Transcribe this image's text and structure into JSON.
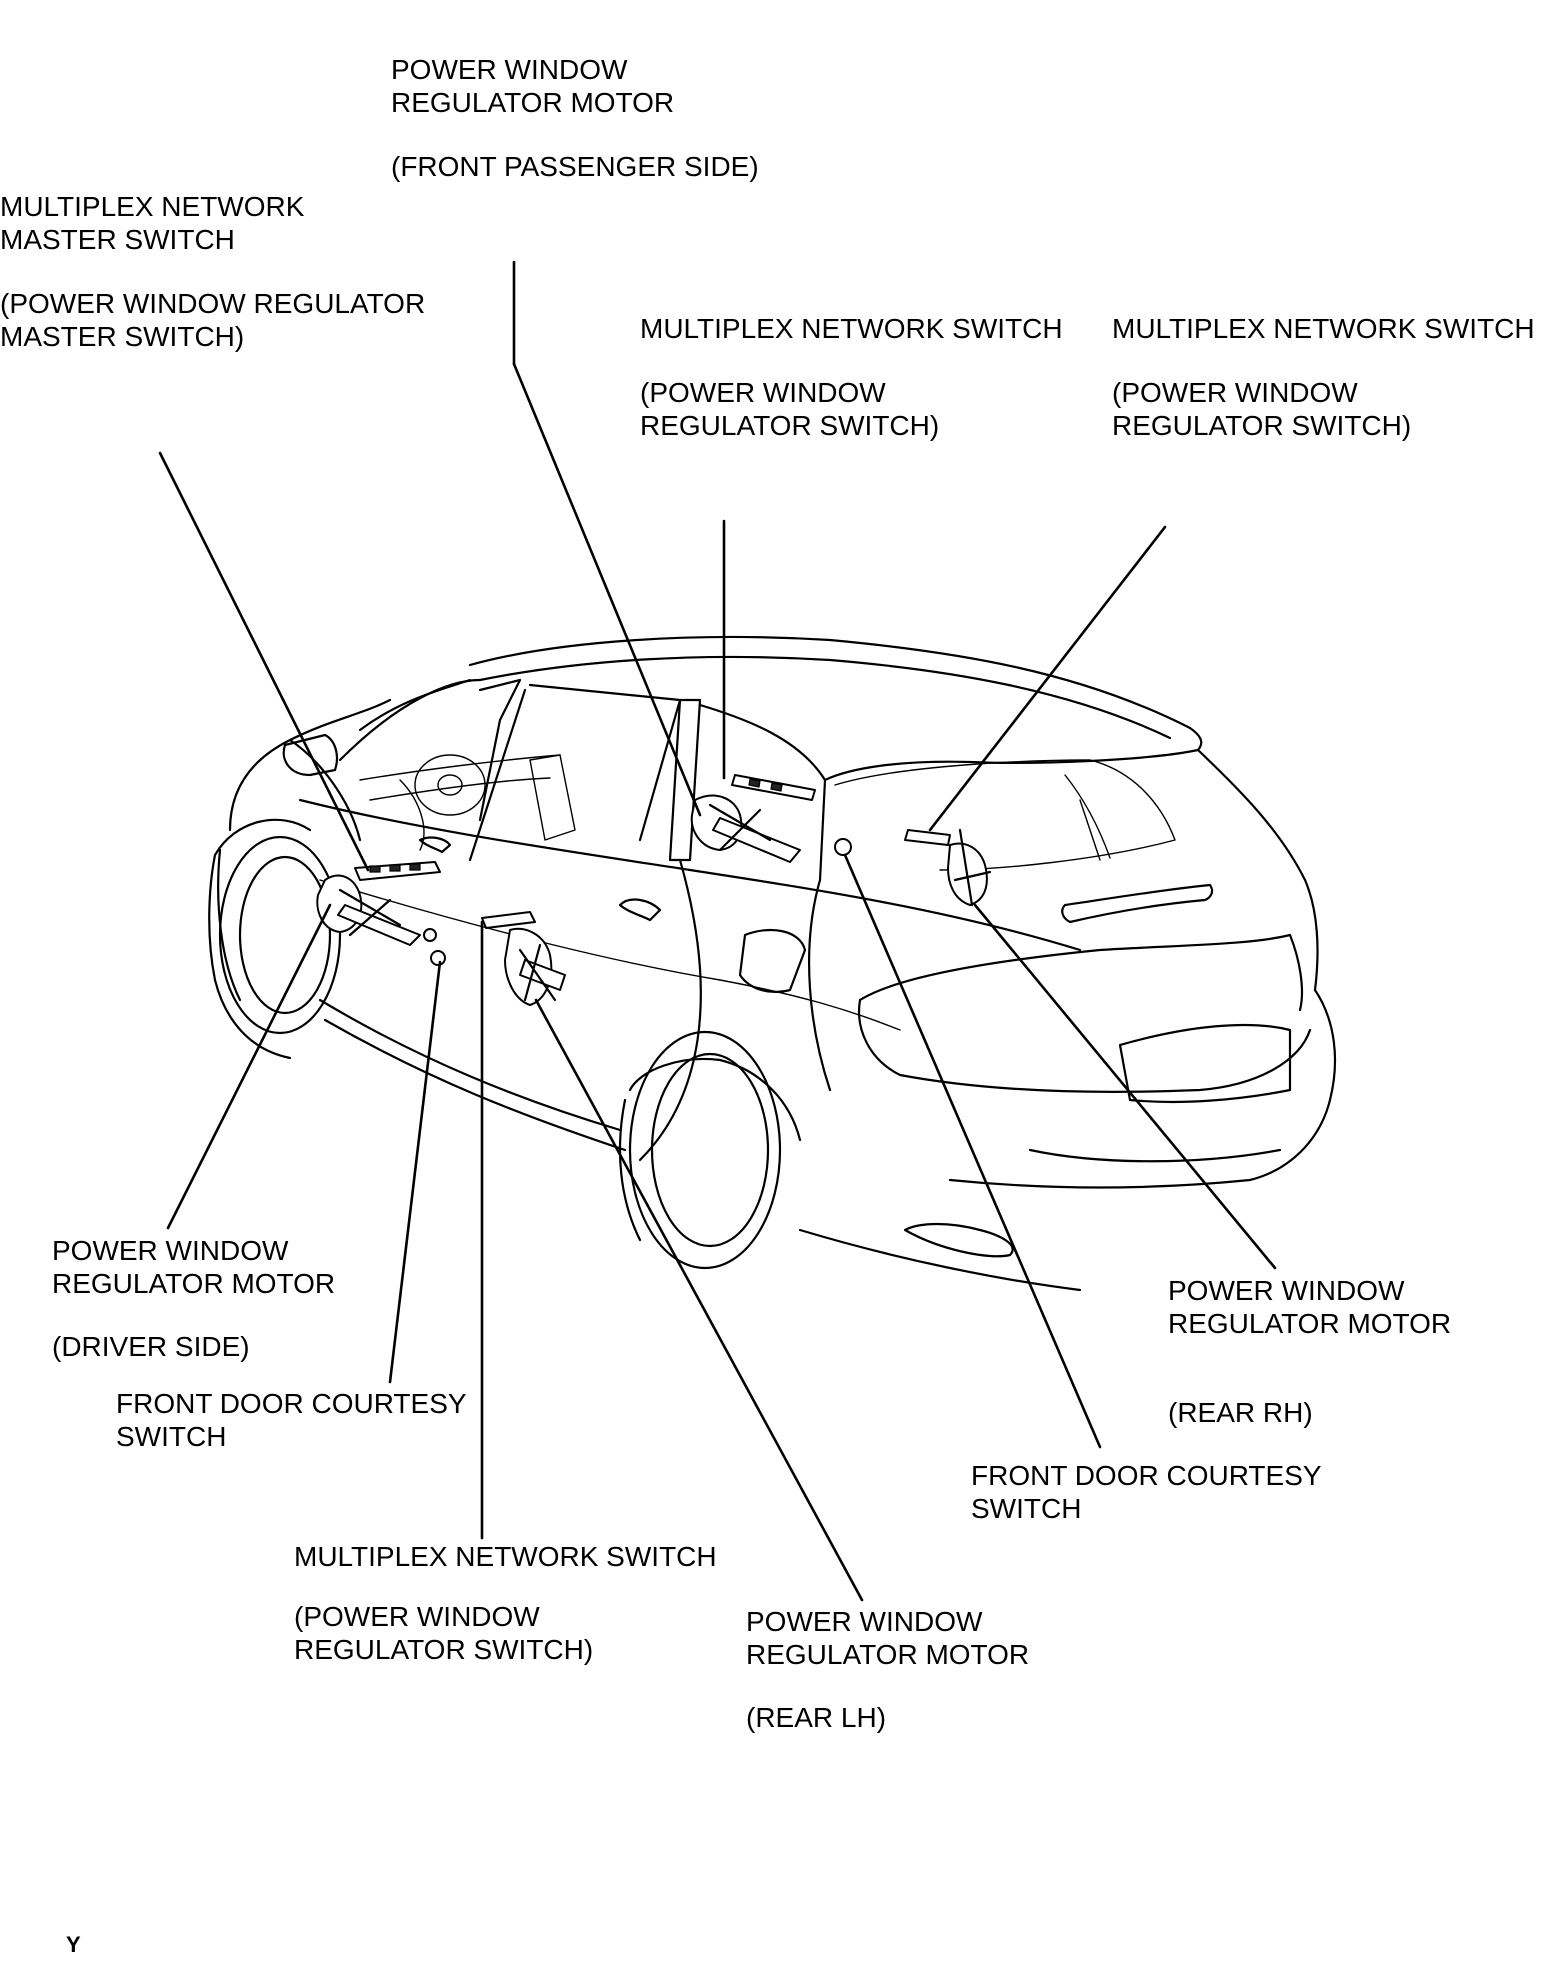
{
  "labels": {
    "pw_motor_front_passenger": {
      "line1": "POWER WINDOW",
      "line2": "REGULATOR MOTOR",
      "sub": "(FRONT PASSENGER SIDE)"
    },
    "master_switch": {
      "line1": "MULTIPLEX NETWORK",
      "line2": "MASTER SWITCH",
      "sub1": "(POWER WINDOW REGULATOR",
      "sub2": "MASTER SWITCH)"
    },
    "switch_front_passenger": {
      "line1": "MULTIPLEX NETWORK SWITCH",
      "sub1": "(POWER WINDOW",
      "sub2": "REGULATOR SWITCH)"
    },
    "switch_rear_rh": {
      "line1": "MULTIPLEX NETWORK SWITCH",
      "sub1": "(POWER WINDOW",
      "sub2": "REGULATOR SWITCH)"
    },
    "pw_motor_driver": {
      "line1": "POWER WINDOW",
      "line2": "REGULATOR MOTOR",
      "sub": "(DRIVER SIDE)"
    },
    "courtesy_switch_left": {
      "line1": "FRONT DOOR COURTESY",
      "line2": "SWITCH"
    },
    "switch_rear_lh": {
      "line1": "MULTIPLEX NETWORK SWITCH",
      "sub1": "(POWER WINDOW",
      "sub2": "REGULATOR SWITCH)"
    },
    "pw_motor_rear_lh": {
      "line1": "POWER WINDOW",
      "line2": "REGULATOR MOTOR",
      "sub": "(REAR LH)"
    },
    "pw_motor_rear_rh": {
      "line1": "POWER WINDOW",
      "line2": "REGULATOR MOTOR",
      "sub": "(REAR RH)"
    },
    "courtesy_switch_right": {
      "line1": "FRONT DOOR COURTESY",
      "line2": "SWITCH"
    }
  },
  "figure_code": "Y"
}
